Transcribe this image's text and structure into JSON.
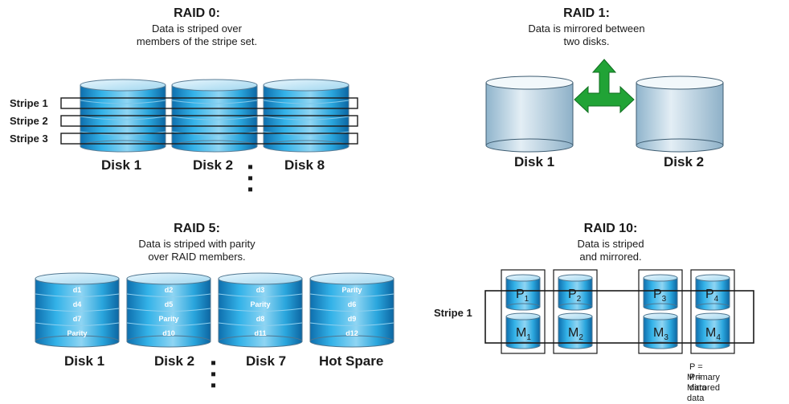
{
  "raid0": {
    "title": "RAID 0:",
    "line1": "Data is striped over",
    "line2": "members of the stripe set.",
    "stripes": [
      "Stripe 1",
      "Stripe 2",
      "Stripe 3"
    ],
    "disk1": "Disk 1",
    "disk2": "Disk 2",
    "dots": "▪ ▪ ▪",
    "disk3": "Disk 8"
  },
  "raid1": {
    "title": "RAID 1:",
    "line1": "Data is mirrored between",
    "line2": "two disks.",
    "disk1": "Disk 1",
    "disk2": "Disk 2"
  },
  "raid5": {
    "title": "RAID 5:",
    "line1": "Data is striped with parity",
    "line2": "over RAID members.",
    "disks": [
      {
        "label": "Disk 1",
        "cells": [
          "d1",
          "d4",
          "d7",
          "Parity"
        ]
      },
      {
        "label": "Disk 2",
        "cells": [
          "d2",
          "d5",
          "Parity",
          "d10"
        ]
      },
      {
        "label": "Disk 7",
        "cells": [
          "d3",
          "Parity",
          "d8",
          "d11"
        ]
      },
      {
        "label": "Hot Spare",
        "cells": [
          "Parity",
          "d6",
          "d9",
          "d12"
        ]
      }
    ],
    "dots": "▪ ▪ ▪"
  },
  "raid10": {
    "title": "RAID 10:",
    "line1": "Data is striped",
    "line2": "and mirrored.",
    "stripe_label": "Stripe 1",
    "primary": [
      "P",
      "P",
      "P",
      "P"
    ],
    "mirror": [
      "M",
      "M",
      "M",
      "M"
    ],
    "subs": [
      "1",
      "2",
      "3",
      "4"
    ],
    "legend1": "P = Primary data",
    "legend2": "M = Mirrored data"
  },
  "colors": {
    "disk_blue": "#1f9fd6",
    "disk_light": "#bfe4f5",
    "arrow_green": "#21a336",
    "gray_disk": "#c9dbe7"
  }
}
